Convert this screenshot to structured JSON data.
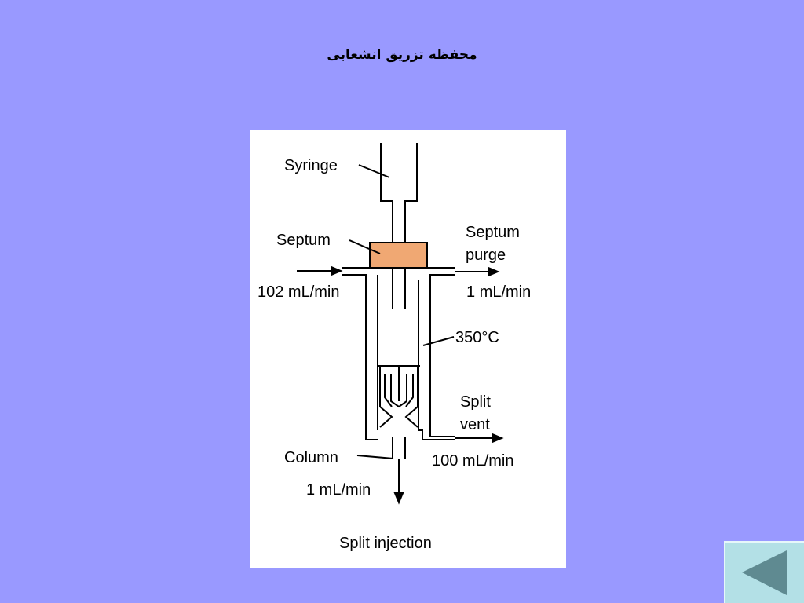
{
  "slide": {
    "title": "محفظه تزریق انشعابی"
  },
  "diagram": {
    "labels": {
      "syringe": "Syringe",
      "septum": "Septum",
      "septum_purge_line1": "Septum",
      "septum_purge_line2": "purge",
      "inlet_flow": "102 mL/min",
      "purge_flow": "1 mL/min",
      "temperature": "350°C",
      "split_vent_line1": "Split",
      "split_vent_line2": "vent",
      "column": "Column",
      "split_flow": "100 mL/min",
      "column_flow": "1 mL/min",
      "caption": "Split injection"
    },
    "colors": {
      "septum_fill": "#f0a873",
      "background": "#9999ff",
      "nav_button": "#b3e0e6",
      "nav_arrow": "#5f8a91"
    }
  },
  "navigation": {
    "back_icon": "left-triangle-icon"
  }
}
